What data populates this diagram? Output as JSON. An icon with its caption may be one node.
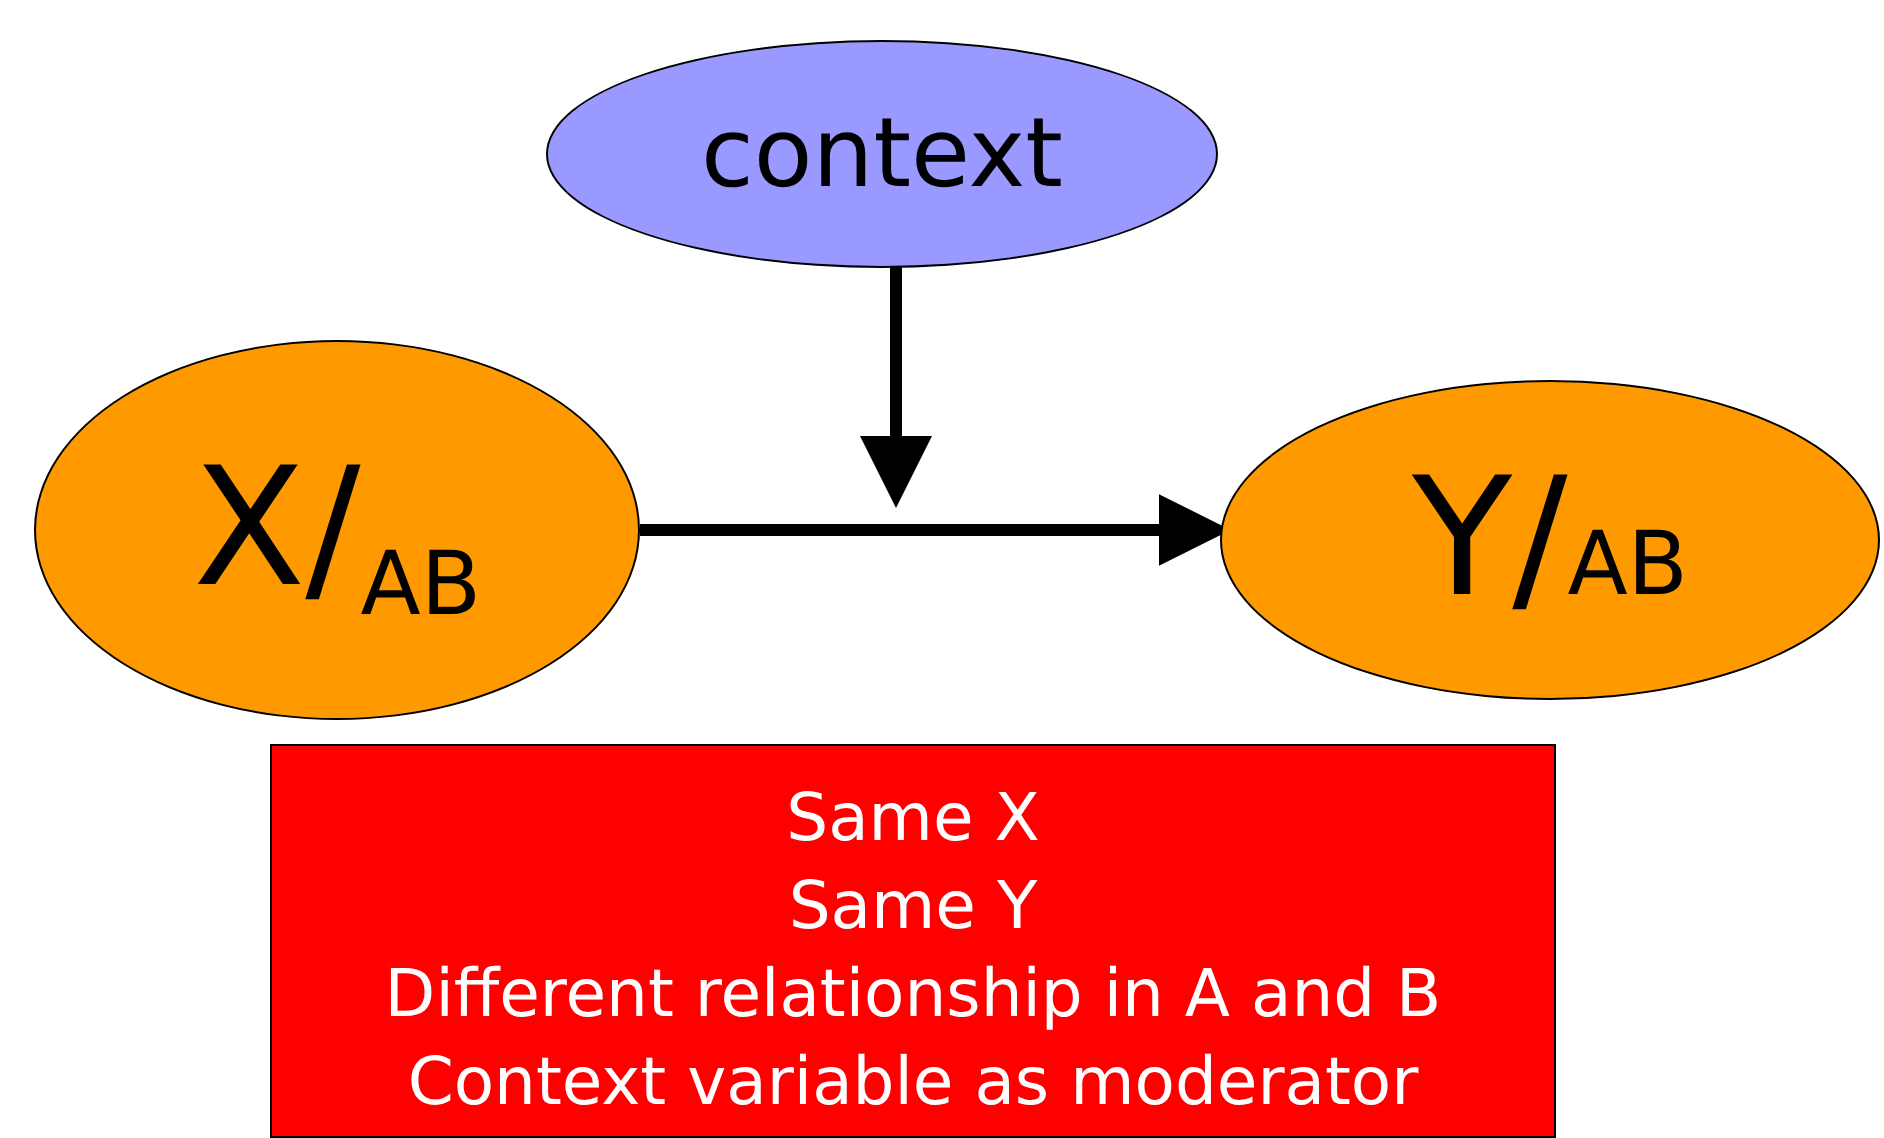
{
  "diagram": {
    "nodes": [
      {
        "text": [
          "context"
        ]
      },
      {
        "text": [
          "X/",
          "AB"
        ]
      },
      {
        "text": [
          "Y/",
          "AB"
        ]
      },
      {
        "text": [
          "Same X",
          "Same Y",
          "Different relationship in A and B",
          "Context variable as moderator"
        ]
      }
    ],
    "edges": [
      {
        "from": 1,
        "to": 2,
        "arrow": "to"
      },
      {
        "from": 0,
        "to": null,
        "arrow": "to"
      }
    ]
  }
}
